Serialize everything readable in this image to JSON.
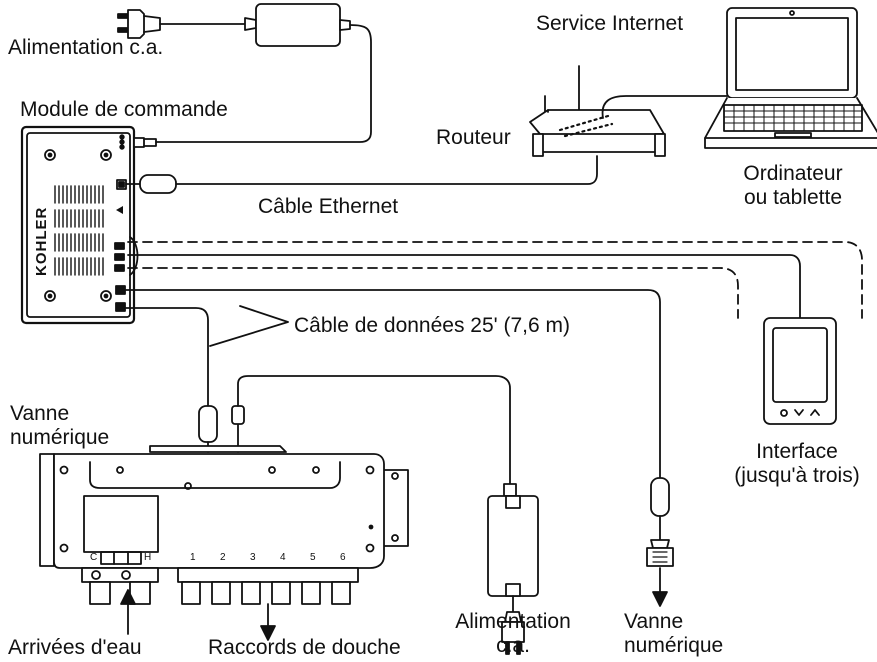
{
  "labels": {
    "power_top": "Alimentation c.a.",
    "internet": "Service Internet",
    "controller": "Module de commande",
    "router": "Routeur",
    "computer_line1": "Ordinateur",
    "computer_line2": "ou tablette",
    "ethernet": "Câble Ethernet",
    "data_cable": "Câble de données 25' (7,6 m)",
    "valve_line1": "Vanne",
    "valve_line2": "numérique",
    "interface_line1": "Interface",
    "interface_line2": "(jusqu'à trois)",
    "water_inlets": "Arrivées d'eau",
    "shower_outlets": "Raccords de douche",
    "power_bottom_line1": "Alimentation",
    "power_bottom_line2": "c.a.",
    "valve_bottom_line1": "Vanne",
    "valve_bottom_line2": "numérique"
  },
  "brand": "KOHLER",
  "valve_ports": {
    "cold": "C",
    "hot": "H",
    "outlets": [
      "1",
      "2",
      "3",
      "4",
      "5",
      "6"
    ]
  }
}
